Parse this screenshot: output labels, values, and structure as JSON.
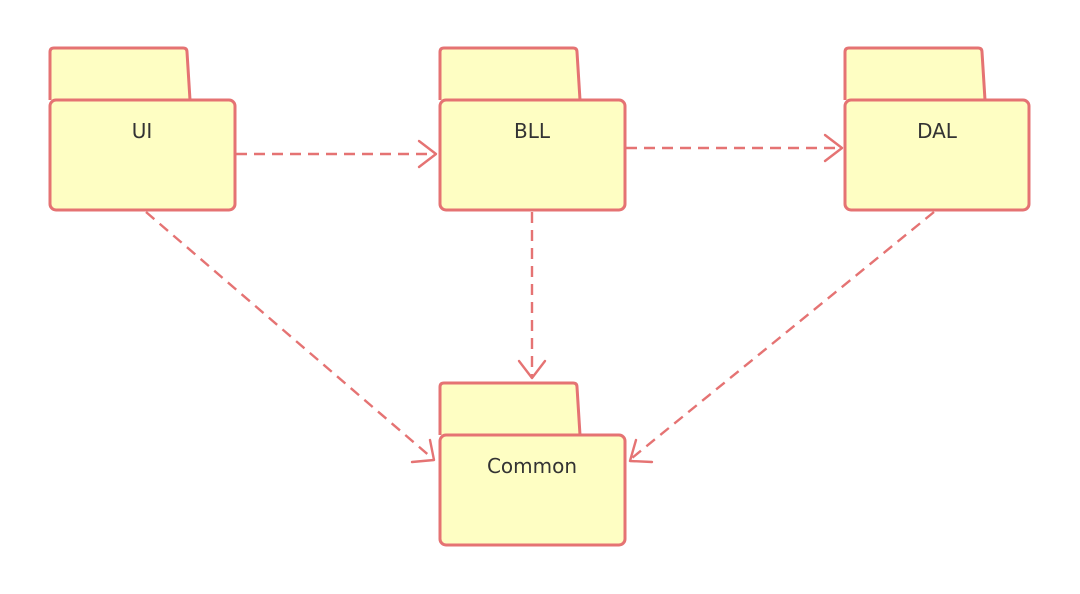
{
  "packages": {
    "ui": {
      "label": "UI"
    },
    "bll": {
      "label": "BLL"
    },
    "dal": {
      "label": "DAL"
    },
    "common": {
      "label": "Common"
    }
  },
  "dependencies": [
    {
      "from": "UI",
      "to": "BLL"
    },
    {
      "from": "BLL",
      "to": "DAL"
    },
    {
      "from": "UI",
      "to": "Common"
    },
    {
      "from": "BLL",
      "to": "Common"
    },
    {
      "from": "DAL",
      "to": "Common"
    }
  ],
  "colors": {
    "package_fill": "#fefec3",
    "package_stroke": "#e57373",
    "arrow": "#e57373",
    "label_text": "#333333"
  }
}
